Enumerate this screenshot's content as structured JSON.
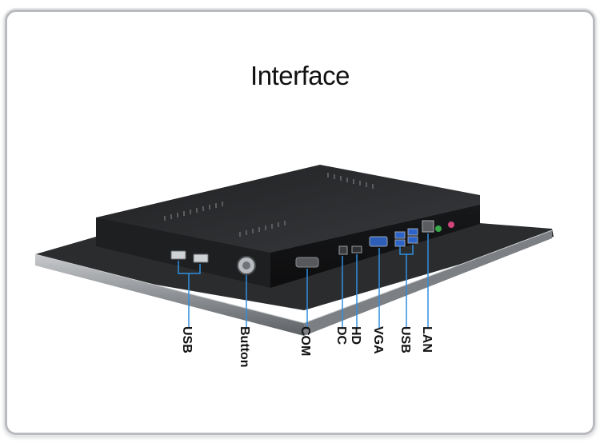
{
  "title": "Interface",
  "labels": {
    "usb_left": "USB",
    "button": "Button",
    "com": "COM",
    "dc": "DC",
    "hd": "HD",
    "vga": "VGA",
    "usb_right": "USB",
    "lan": "LAN"
  },
  "colors": {
    "callout_line": "#2f8fe0",
    "panel_body": "#2a2b2d",
    "bezel": "#9a9da1"
  }
}
